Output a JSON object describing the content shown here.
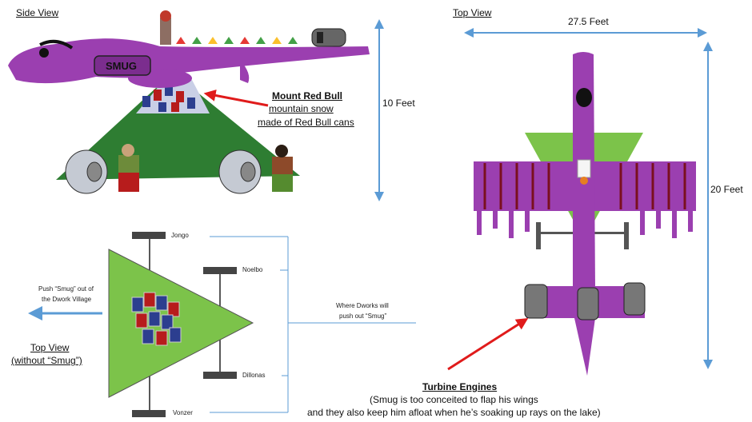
{
  "side_view": {
    "heading": "Side View",
    "dragon_name": "SMUG",
    "callout_title": "Mount Red Bull",
    "callout_line1": "mountain snow",
    "callout_line2": "made of Red Bull cans",
    "height_label": "10 Feet"
  },
  "top_view": {
    "heading": "Top View",
    "width_label": "27.5 Feet",
    "length_label": "20 Feet",
    "engines_title": "Turbine Engines",
    "engines_line1": "(Smug is too conceited to flap his wings",
    "engines_line2": "and they also keep him afloat when he’s soaking up rays on the lake)"
  },
  "base_view": {
    "heading_line1": "Top View",
    "heading_line2": "(without “Smug”)",
    "push_line1": "Push “Smug” out of",
    "push_line2": "the Dwork Village",
    "where_line1": "Where Dworks will",
    "where_line2": "push out “Smug”",
    "positions": [
      "Jongo",
      "Noelbo",
      "Dillonas",
      "Vonzer"
    ]
  },
  "colors": {
    "dragon": "#9b3fb0",
    "mountain": "#2e7d32",
    "base_triangle": "#7cc34a",
    "dimension_arrow": "#5b9bd5",
    "callout_arrow": "#e01b1b"
  }
}
